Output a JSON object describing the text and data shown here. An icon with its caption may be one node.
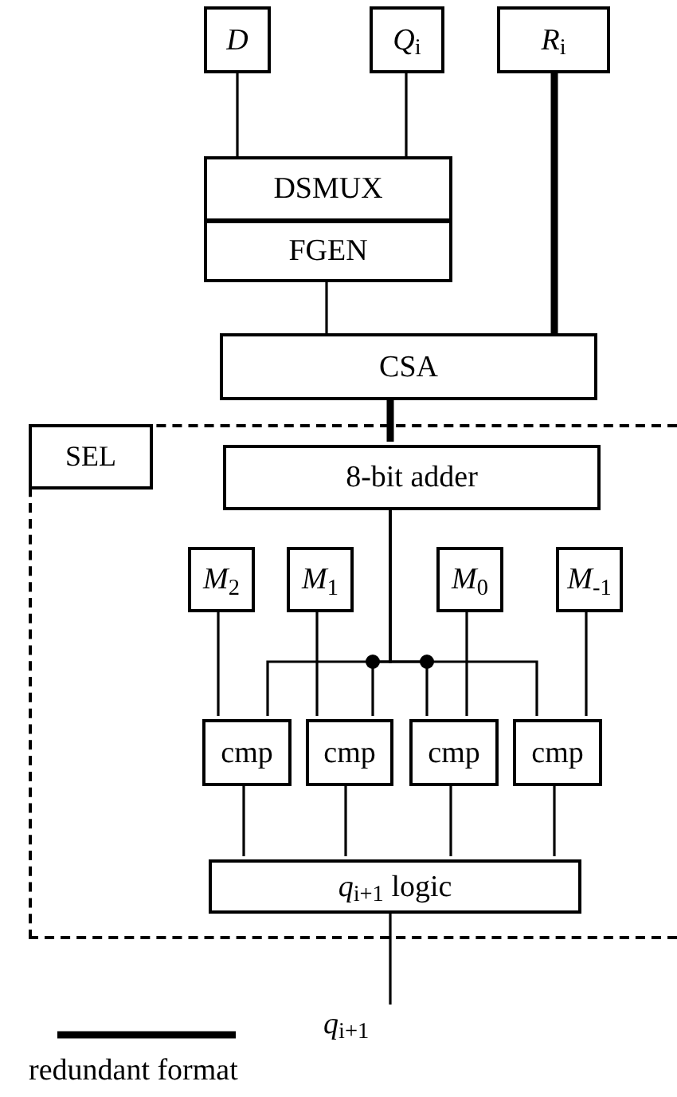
{
  "diagram": {
    "nodes": [
      {
        "text": [
          "*D*"
        ]
      },
      {
        "text": [
          "*Q*$_{i}$"
        ]
      },
      {
        "text": [
          "*R*$_{i}$"
        ]
      },
      {
        "text": [
          "DSMUX"
        ]
      },
      {
        "text": [
          "FGEN"
        ]
      },
      {
        "text": [
          "CSA"
        ]
      },
      {
        "text": [],
        "shape": "box"
      },
      {
        "text": [
          "SEL"
        ],
        "in": 6
      },
      {
        "text": [
          "8-bit adder"
        ],
        "in": 6
      },
      {
        "text": [
          "*M*$_{2}$"
        ],
        "in": 6
      },
      {
        "text": [
          "*M*$_{1}$"
        ],
        "in": 6
      },
      {
        "text": [
          "*M*$_{0}$"
        ],
        "in": 6
      },
      {
        "text": [
          "*M*$_{-1}$"
        ],
        "in": 6
      },
      {
        "text": [
          "cmp"
        ],
        "in": 6
      },
      {
        "text": [
          "cmp"
        ],
        "in": 6
      },
      {
        "text": [
          "cmp"
        ],
        "in": 6
      },
      {
        "text": [
          "cmp"
        ],
        "in": 6
      },
      {
        "text": [
          "*q*$_{i+1}$ logic"
        ],
        "in": 6
      },
      {
        "text": [
          "*q*$_{i+1}$"
        ]
      }
    ],
    "edges": [
      {
        "from": 0,
        "to": 3,
        "arrow": "none"
      },
      {
        "from": 1,
        "to": 3,
        "arrow": "none"
      },
      {
        "from": 2,
        "to": 5,
        "arrow": "none",
        "style": "thick"
      },
      {
        "from": 4,
        "to": 5,
        "arrow": "none"
      },
      {
        "from": 5,
        "to": 8,
        "arrow": "none",
        "style": "thick"
      },
      {
        "from": 8,
        "to": 13,
        "arrow": "none"
      },
      {
        "from": 8,
        "to": 14,
        "arrow": "none"
      },
      {
        "from": 8,
        "to": 15,
        "arrow": "none"
      },
      {
        "from": 8,
        "to": 16,
        "arrow": "none"
      },
      {
        "from": 9,
        "to": 13,
        "arrow": "none"
      },
      {
        "from": 10,
        "to": 14,
        "arrow": "none"
      },
      {
        "from": 11,
        "to": 15,
        "arrow": "none"
      },
      {
        "from": 12,
        "to": 16,
        "arrow": "none"
      },
      {
        "from": 13,
        "to": 17,
        "arrow": "none"
      },
      {
        "from": 14,
        "to": 17,
        "arrow": "none"
      },
      {
        "from": 15,
        "to": 17,
        "arrow": "none"
      },
      {
        "from": 16,
        "to": 17,
        "arrow": "none"
      },
      {
        "from": 17,
        "to": 18,
        "arrow": "none"
      }
    ],
    "legend": [
      {
        "text": "redundant format"
      }
    ]
  }
}
